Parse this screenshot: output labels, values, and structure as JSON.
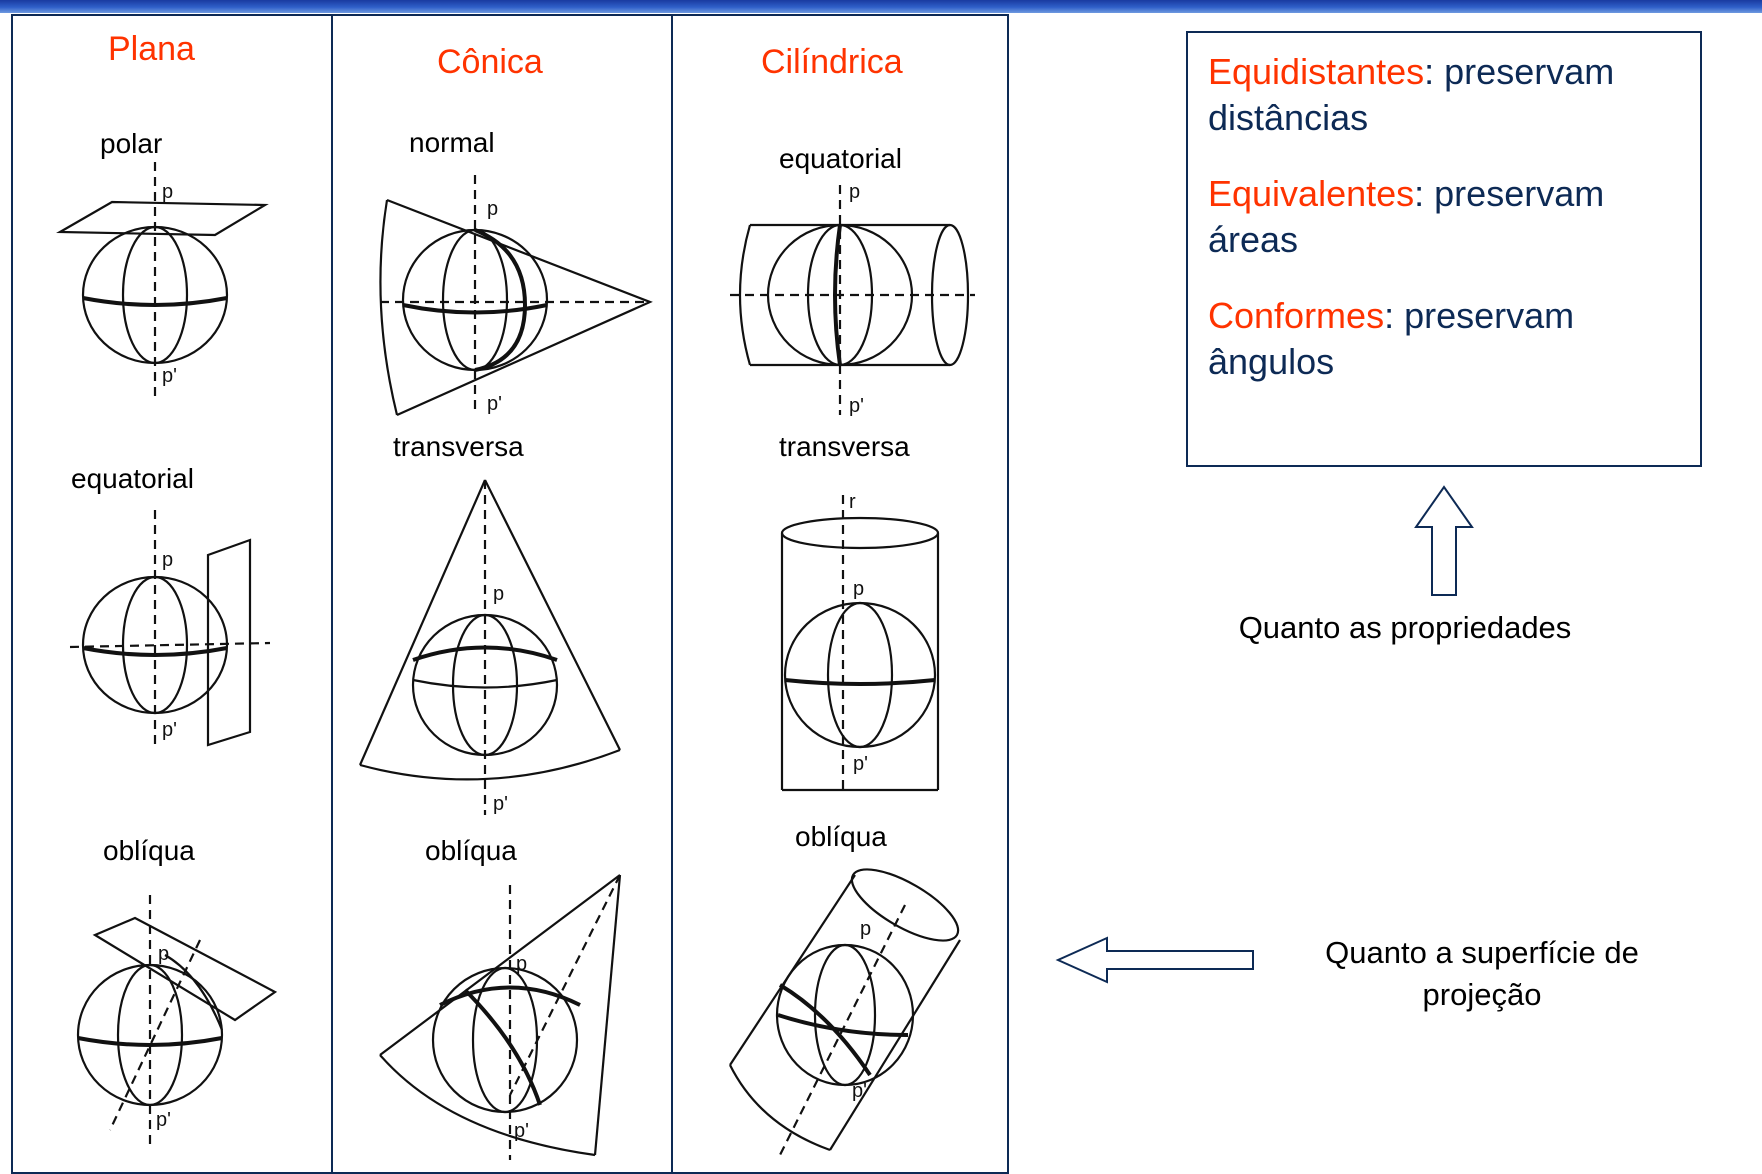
{
  "columns": [
    {
      "title": "Plana",
      "labels": [
        "polar",
        "equatorial",
        "oblíqua"
      ]
    },
    {
      "title": "Cônica",
      "labels": [
        "normal",
        "transversa",
        "oblíqua"
      ]
    },
    {
      "title": "Cilíndrica",
      "labels": [
        "equatorial",
        "transversa",
        "oblíqua"
      ]
    }
  ],
  "pole_labels": {
    "north": "p",
    "south": "p'"
  },
  "properties": [
    {
      "term": "Equidistantes",
      "desc": "preservam distâncias"
    },
    {
      "term": "Equivalentes",
      "desc": "preservam áreas"
    },
    {
      "term": "Conformes",
      "desc": "preservam ângulos"
    }
  ],
  "notes": {
    "properties_caption": "Quanto as propriedades",
    "surface_caption": "Quanto a superfície de projeção"
  },
  "colors": {
    "accent": "#ff3300",
    "text_blue": "#0d2a55",
    "border": "#0d2a55"
  }
}
